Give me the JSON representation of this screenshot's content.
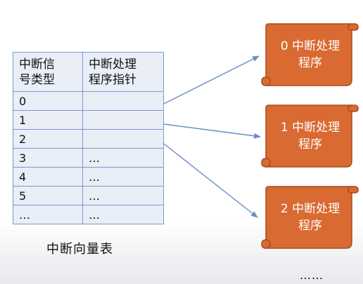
{
  "table": {
    "header": {
      "col1": "中断信号类型",
      "col1_line1": "中断信",
      "col1_line2": "号类型",
      "col2_line1": "中断处理",
      "col2_line2": "程序指针"
    },
    "rows": [
      {
        "signal": "0",
        "pointer": ""
      },
      {
        "signal": "1",
        "pointer": ""
      },
      {
        "signal": "2",
        "pointer": ""
      },
      {
        "signal": "3",
        "pointer": "…"
      },
      {
        "signal": "4",
        "pointer": "…"
      },
      {
        "signal": "5",
        "pointer": "…"
      },
      {
        "signal": "…",
        "pointer": "…"
      }
    ],
    "caption": "中断向量表"
  },
  "handlers": [
    {
      "line1": "0 中断处理",
      "line2": "程序"
    },
    {
      "line1": "1 中断处理",
      "line2": "程序"
    },
    {
      "line1": "2 中断处理",
      "line2": "程序"
    }
  ],
  "more": "……",
  "colors": {
    "handler_fill": "#d96a31",
    "handler_stroke": "#a84d1f",
    "table_fill": "#e9eef7",
    "table_border": "#7f97c9",
    "arrow": "#6a8fc8"
  }
}
